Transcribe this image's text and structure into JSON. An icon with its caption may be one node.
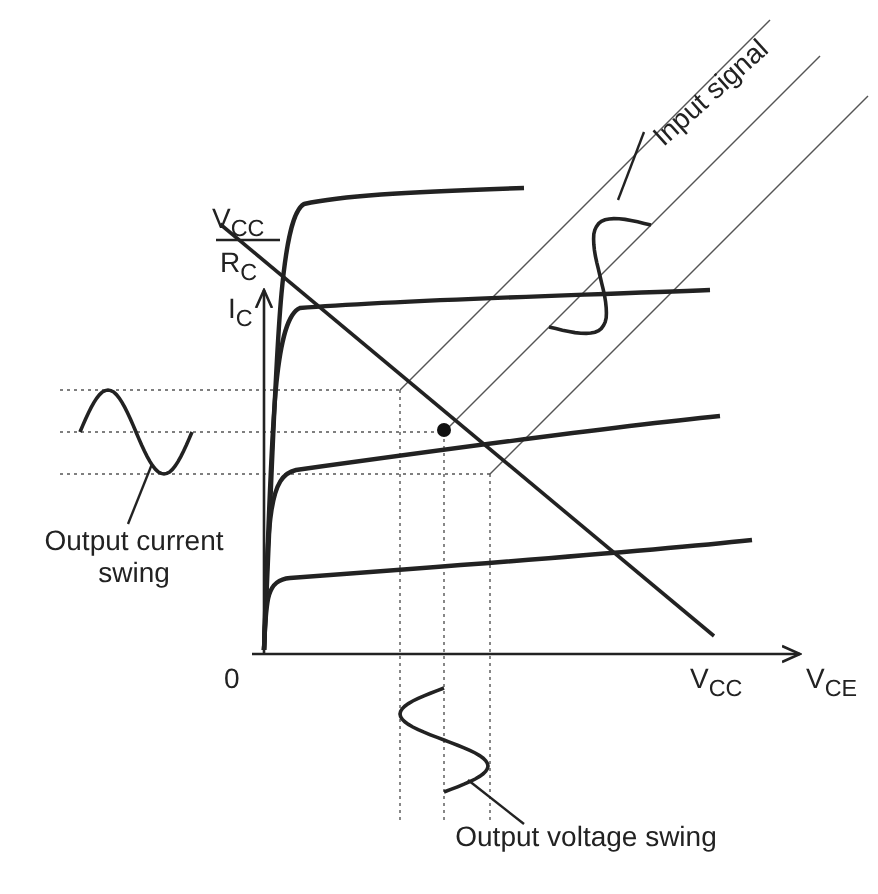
{
  "diagram": {
    "nodes": [
      {
        "text": [
          "Input signal"
        ]
      },
      {
        "text": [],
        "shape": "wave"
      },
      {
        "text": [
          "Output current swing"
        ]
      },
      {
        "text": [],
        "shape": "wave"
      },
      {
        "text": [
          "Output voltage swing"
        ]
      },
      {
        "text": [],
        "shape": "wave"
      }
    ],
    "edges": [
      {
        "from": 0,
        "to": 1,
        "arrow": "none"
      },
      {
        "from": 2,
        "to": 3,
        "arrow": "none"
      },
      {
        "from": 4,
        "to": 5,
        "arrow": "none"
      }
    ],
    "labels": [
      "I$_{C}$",
      "V$_{CC}$",
      "R$_{C}$",
      "0",
      "V$_{CC}$",
      "V$_{CE}$"
    ]
  }
}
